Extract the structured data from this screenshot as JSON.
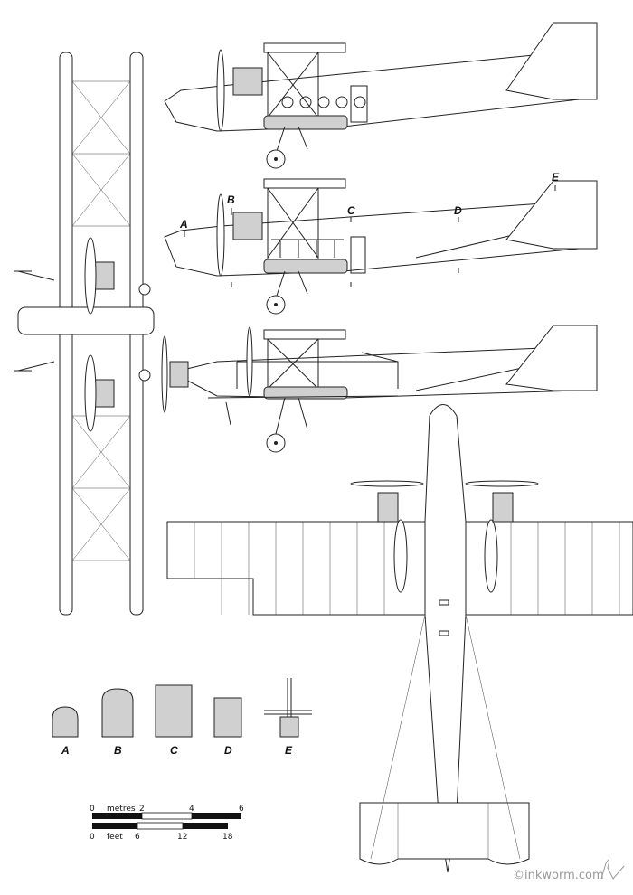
{
  "section_labels": [
    "A",
    "B",
    "C",
    "D",
    "E"
  ],
  "side_view_markers": [
    "A",
    "B",
    "C",
    "D",
    "E"
  ],
  "scale": {
    "metres_label": "metres",
    "metres_ticks": [
      "0",
      "2",
      "4",
      "6"
    ],
    "feet_label": "feet",
    "feet_ticks": [
      "0",
      "6",
      "12",
      "18"
    ]
  },
  "credit": "©inkworm.com",
  "colors": {
    "line": "#222222",
    "shade": "#d0d0d0",
    "credit": "#999999"
  }
}
